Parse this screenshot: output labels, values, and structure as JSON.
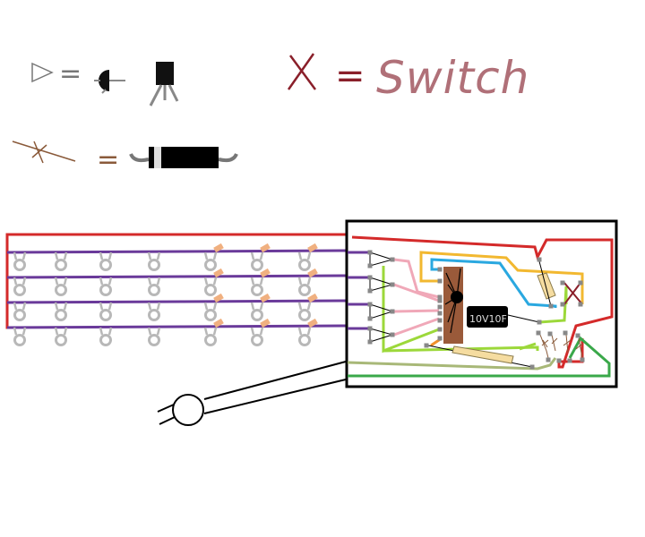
{
  "legend": {
    "transistor_eq": "=",
    "switch_eq": "=",
    "switch_label": "Switch",
    "resistor_eq": "="
  },
  "circuit": {
    "capacitor_label": "10V10F"
  },
  "led_matrix": {
    "rows": 4,
    "columns": 7,
    "resistor_columns": 3
  },
  "colors": {
    "power": "#d42a2a",
    "row_wire": "#6a3a9a",
    "switch": "#8a1f2a",
    "legend_resistor": "#8a5a3a",
    "yellow_wire": "#f2b830",
    "blue_wire": "#2aa8e0",
    "pink_wire": "#f0a8b8",
    "lime_wire": "#9cd83a",
    "ground": "#3aa84a",
    "olive_wire": "#a8b878",
    "chip": "#9a5a3a",
    "led": "#b8b8b8"
  }
}
